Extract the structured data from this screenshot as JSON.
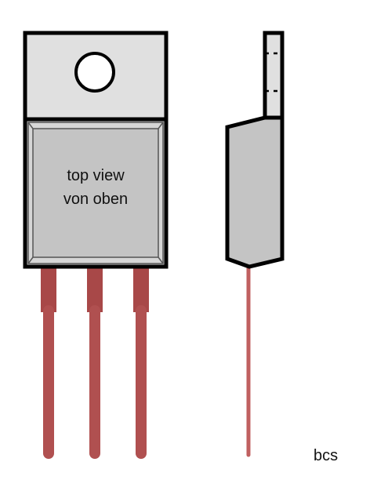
{
  "labels": {
    "line1": "top view",
    "line2": "von oben",
    "credit": "bcs"
  },
  "colors": {
    "outline": "#000000",
    "tab_fill": "#e0e0e0",
    "body_fill": "#c4c4c4",
    "bevel_fill": "#d4d4d4",
    "hole_fill": "#ffffff",
    "lead_fill": "#b05050",
    "lead_stub_fill": "#a84848",
    "side_lead": "#c06060"
  }
}
